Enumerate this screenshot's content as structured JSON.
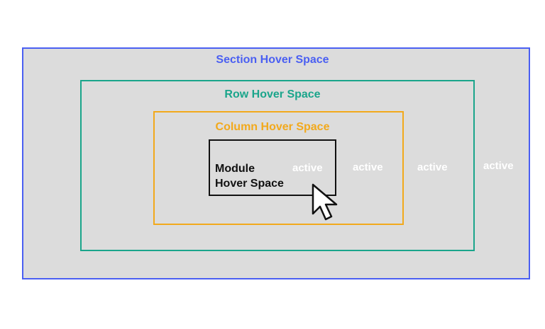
{
  "diagram": {
    "section": {
      "title": "Section Hover Space",
      "status": "active",
      "color": "#4a5ff2"
    },
    "row": {
      "title": "Row Hover Space",
      "status": "active",
      "color": "#1aa58b"
    },
    "column": {
      "title": "Column Hover Space",
      "status": "active",
      "color": "#f2a91c"
    },
    "module": {
      "title_line1": "Module",
      "title_line2": "Hover Space",
      "status": "active",
      "color": "#111111"
    },
    "background": "#dcdcdc",
    "cursor_icon": "mouse-pointer-icon"
  }
}
